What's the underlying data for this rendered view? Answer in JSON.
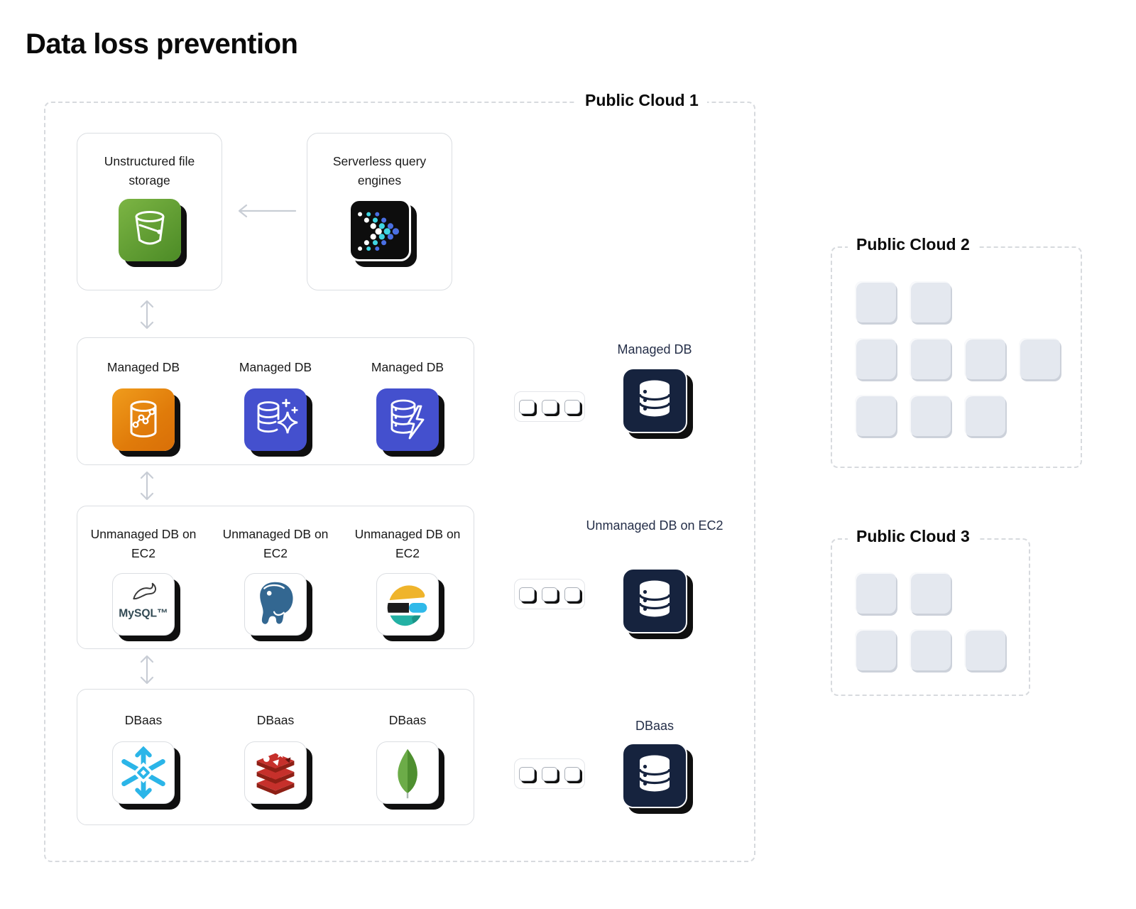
{
  "title": "Data loss prevention",
  "cloud1": {
    "label": "Public Cloud 1",
    "storage_label": "Unstructured file storage",
    "query_label": "Serverless query engines",
    "rows": [
      {
        "items": [
          {
            "label": "Managed DB",
            "icon": "db-chart-icon"
          },
          {
            "label": "Managed DB",
            "icon": "db-sparkle-icon"
          },
          {
            "label": "Managed DB",
            "icon": "db-bolt-icon"
          }
        ],
        "target": {
          "label": "Managed DB",
          "icon": "db-stack-icon"
        }
      },
      {
        "items": [
          {
            "label": "Unmanaged DB on EC2",
            "icon": "mysql-icon"
          },
          {
            "label": "Unmanaged DB on EC2",
            "icon": "postgresql-icon"
          },
          {
            "label": "Unmanaged DB on EC2",
            "icon": "elasticsearch-icon"
          }
        ],
        "target": {
          "label": "Unmanaged DB on EC2",
          "icon": "db-stack-icon"
        }
      },
      {
        "items": [
          {
            "label": "DBaas",
            "icon": "snowflake-icon"
          },
          {
            "label": "DBaas",
            "icon": "redis-icon"
          },
          {
            "label": "DBaas",
            "icon": "mongodb-icon"
          }
        ],
        "target": {
          "label": "DBaas",
          "icon": "db-stack-icon"
        }
      }
    ],
    "mysql_wordmark": "MySQL™"
  },
  "cloud2": {
    "label": "Public Cloud 2",
    "placeholder_grid_rows": [
      2,
      4,
      3
    ]
  },
  "cloud3": {
    "label": "Public Cloud 3",
    "placeholder_grid_rows": [
      2,
      3
    ]
  },
  "colors": {
    "accent_navy": "#16233e",
    "tile_shadow": "#0f0f0f",
    "dashed_border": "#d7dade",
    "arrow_gray": "#c8cdd5",
    "orange_tile": "#e07b0a",
    "indigo_tile": "#4450ce",
    "green_tile": "#619d33",
    "black_tile": "#0d0d0d",
    "placeholder_square": "#e4e8ef",
    "snowflake_blue": "#2bb5e8",
    "redis_red": "#c6302b",
    "mongodb_green": "#4e8f2f",
    "postgresql_blue": "#336791",
    "elastic_yellow": "#efb42b",
    "elastic_cyan": "#2fb9e9",
    "elastic_teal": "#23b1a4",
    "presto_cyan": "#3fd6e3",
    "presto_blue": "#4a6fe3"
  }
}
